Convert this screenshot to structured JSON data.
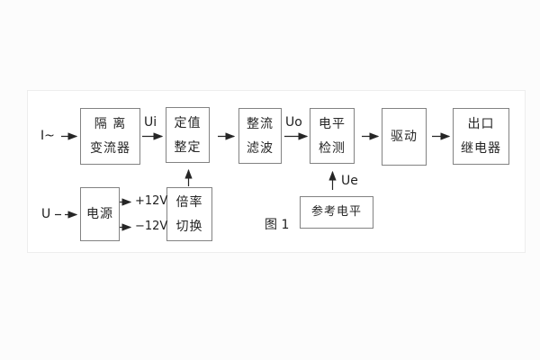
{
  "figure": {
    "caption": "图 1"
  },
  "blocks": {
    "isolation_transformer": {
      "line1": "隔 离",
      "line2": "变流器"
    },
    "setting_adjust": {
      "line1": "定值",
      "line2": "整定"
    },
    "rectify_filter": {
      "line1": "整流",
      "line2": "滤波"
    },
    "level_detect": {
      "line1": "电平",
      "line2": "检测"
    },
    "drive": {
      "line1": "驱动"
    },
    "output_relay": {
      "line1": "出口",
      "line2": "继电器"
    },
    "power_supply": {
      "line1": "电源"
    },
    "ratio_switch": {
      "line1": "倍率",
      "line2": "切换"
    },
    "reference_level": {
      "line1": "参考电平"
    }
  },
  "labels": {
    "input_current": "I~",
    "input_voltage": "U",
    "signal_ui": "Ui",
    "signal_uo": "Uo",
    "signal_ue": "Ue",
    "rail_positive": "+12V",
    "rail_negative": "−12V"
  },
  "colors": {
    "box_border": "#828282",
    "wire": "#262626",
    "text": "#1f1f1f",
    "panel_background": "#ffffff",
    "page_background": "#fcfcfc"
  }
}
